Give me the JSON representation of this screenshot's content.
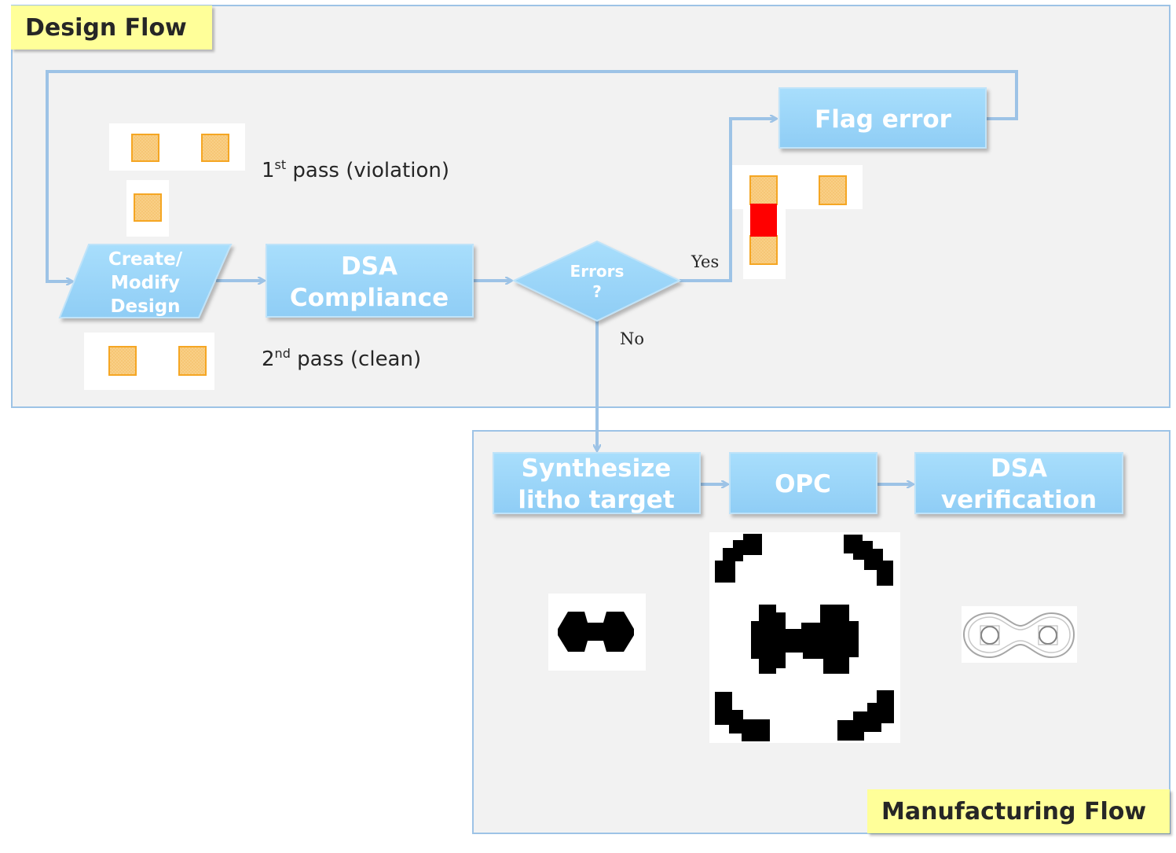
{
  "design_flow": {
    "title": "Design Flow",
    "create_modify": [
      "Create/",
      "Modify",
      "Design"
    ],
    "dsa_compliance": [
      "DSA",
      "Compliance"
    ],
    "errors": [
      "Errors",
      "?"
    ],
    "flag_error": "Flag error",
    "yes_label": "Yes",
    "no_label": "No",
    "first_pass": {
      "num": "1",
      "suffix": "st",
      "text": " pass (violation)"
    },
    "second_pass": {
      "num": "2",
      "suffix": "nd",
      "text": " pass (clean)"
    }
  },
  "manufacturing_flow": {
    "title": "Manufacturing Flow",
    "synthesize": [
      "Synthesize",
      "litho target"
    ],
    "opc": "OPC",
    "dsa_verification": [
      "DSA",
      "verification"
    ]
  },
  "colors": {
    "box_fill": "#9fd8fb",
    "box_stroke": "#b3dcf7",
    "arrow": "#9dc3e6",
    "via_fill": "#f8cb7e",
    "via_stroke": "#f5a623",
    "violation": "#ff0000",
    "tag_fill": "#ffff99",
    "panel_fill": "#f2f2f2"
  }
}
